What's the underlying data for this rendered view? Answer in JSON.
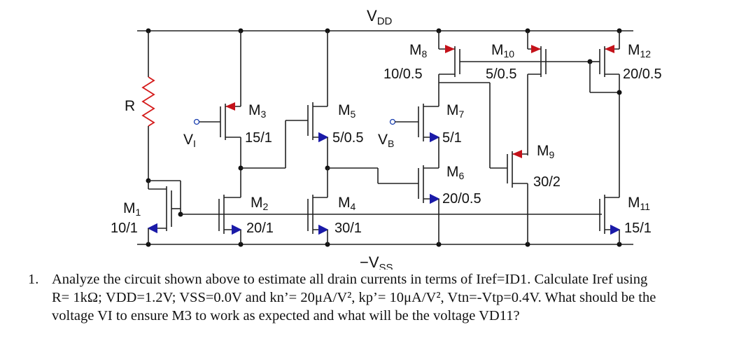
{
  "rails": {
    "vdd": "VDD",
    "vss": "−VSS"
  },
  "resistor": {
    "label": "R"
  },
  "inputs": {
    "vi": "VI",
    "vb": "VB"
  },
  "transistors": [
    {
      "id": "M1",
      "name": "M1",
      "size": "10/1",
      "type": "nmos"
    },
    {
      "id": "M2",
      "name": "M2",
      "size": "20/1",
      "type": "nmos"
    },
    {
      "id": "M3",
      "name": "M3",
      "size": "15/1",
      "type": "pmos"
    },
    {
      "id": "M4",
      "name": "M4",
      "size": "30/1",
      "type": "nmos"
    },
    {
      "id": "M5",
      "name": "M5",
      "size": "5/0.5",
      "type": "nmos"
    },
    {
      "id": "M6",
      "name": "M6",
      "size": "20/0.5",
      "type": "nmos"
    },
    {
      "id": "M7",
      "name": "M7",
      "size": "5/1",
      "type": "nmos"
    },
    {
      "id": "M8",
      "name": "M8",
      "size": "10/0.5",
      "type": "pmos"
    },
    {
      "id": "M9",
      "name": "M9",
      "size": "30/2",
      "type": "pmos"
    },
    {
      "id": "M10",
      "name": "M10",
      "size": "5/0.5",
      "type": "pmos"
    },
    {
      "id": "M11",
      "name": "M11",
      "size": "15/1",
      "type": "nmos"
    },
    {
      "id": "M12",
      "name": "M12",
      "size": "20/0.5",
      "type": "pmos"
    }
  ],
  "question": {
    "number": "1.",
    "line1": "Analyze the circuit shown above to estimate all drain currents in terms of Iref=ID1. Calculate Iref using",
    "line2": "R= 1kΩ; VDD=1.2V; VSS=0.0V and kn’= 20μA/V², kp’= 10μA/V², Vtn=-Vtp=0.4V. What should be the",
    "line3": "voltage VI to ensure M3 to work as expected and what will be the voltage VD11?"
  },
  "colors": {
    "nmos_arrow": "#1a1aa8",
    "pmos_arrow": "#c4121a",
    "resistor": "#d41a1a",
    "input_pin": "#1a3fb0"
  }
}
